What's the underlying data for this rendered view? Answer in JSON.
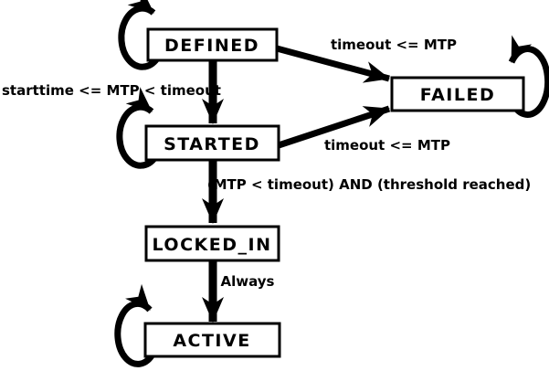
{
  "diagram": {
    "type": "state-machine",
    "background_color": "#ffffff",
    "stroke_color": "#000000",
    "node_fill_color": "#ffffff",
    "states": [
      {
        "label": "DEFINED",
        "has_self_loop": true,
        "self_loop_side": "left"
      },
      {
        "label": "STARTED",
        "has_self_loop": true,
        "self_loop_side": "left"
      },
      {
        "label": "LOCKED_IN",
        "has_self_loop": false,
        "self_loop_side": ""
      },
      {
        "label": "ACTIVE",
        "has_self_loop": true,
        "self_loop_side": "left"
      },
      {
        "label": "FAILED",
        "has_self_loop": true,
        "self_loop_side": "right"
      }
    ],
    "transitions": [
      {
        "from": "DEFINED",
        "to": "FAILED",
        "label": "timeout <= MTP"
      },
      {
        "from": "DEFINED",
        "to": "STARTED",
        "label": "starttime <= MTP < timeout"
      },
      {
        "from": "STARTED",
        "to": "FAILED",
        "label": "timeout <= MTP"
      },
      {
        "from": "STARTED",
        "to": "LOCKED_IN",
        "label": "(MTP < timeout) AND (threshold reached)"
      },
      {
        "from": "LOCKED_IN",
        "to": "ACTIVE",
        "label": "Always"
      }
    ]
  }
}
